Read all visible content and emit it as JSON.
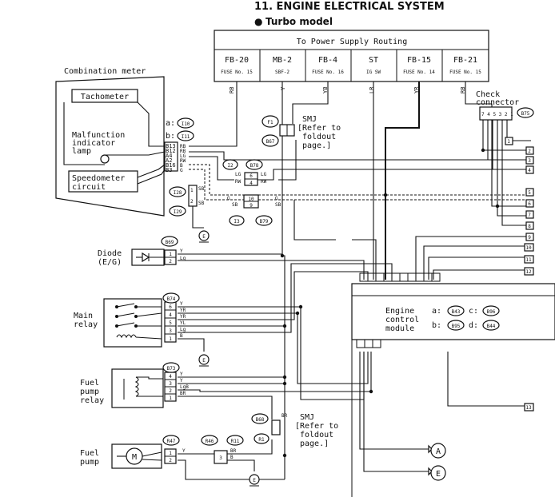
{
  "header": {
    "section_title": "11. ENGINE ELECTRICAL SYSTEM",
    "model_bullet": "●",
    "model": "Turbo model"
  },
  "power_supply": {
    "title": "To Power Supply Routing",
    "fuses": [
      {
        "name": "FB-20",
        "fuse": "FUSE No. 15",
        "wire": "RB"
      },
      {
        "name": "MB-2",
        "fuse": "SBF-2",
        "wire": "Y"
      },
      {
        "name": "FB-4",
        "fuse": "FUSE No. 16",
        "wire": "YB"
      },
      {
        "name": "ST",
        "fuse": "IG SW",
        "wire": "LR"
      },
      {
        "name": "FB-15",
        "fuse": "FUSE No. 14",
        "wire": "YR"
      },
      {
        "name": "FB-21",
        "fuse": "FUSE No. 15",
        "wire": "RB"
      }
    ]
  },
  "combination_meter": {
    "title": "Combination meter",
    "tachometer": "Tachometer",
    "malfunction_lines": [
      "Malfunction",
      "indicator",
      "lamp"
    ],
    "speedometer_lines": [
      "Speedometer",
      "circuit"
    ],
    "pins": [
      "B13",
      "B12",
      "A4",
      "A2",
      "B16",
      "B3"
    ],
    "wires": [
      "RB",
      "RB",
      "LG",
      "RW",
      "B",
      "G"
    ],
    "connector_a": "a:",
    "connector_a_id": "I10",
    "connector_b": "b:",
    "connector_b_id": "I11"
  },
  "connectors": {
    "F1": "F1",
    "B67": "B67",
    "I2": "I2",
    "B78": "B78",
    "I28": "I28",
    "I29": "I29",
    "I3": "I3",
    "B79": "B79",
    "B69": "B69",
    "B74": "B74",
    "B73": "B73",
    "B68": "B68",
    "R47": "R47",
    "R46": "R46",
    "R11": "R11",
    "R1": "R1",
    "B75": "B75"
  },
  "smj_top_lines": [
    "SMJ",
    "[Refer to",
    "foldout",
    "page.]"
  ],
  "smj_bottom_lines": [
    "SMJ",
    "[Refer to",
    "foldout",
    "page.]"
  ],
  "check_connector_lines": [
    "Check",
    "connector"
  ],
  "check_connector_pins": "7 4 5 3 2 1",
  "junctions": {
    "i2_wires": [
      "LG",
      "RW",
      "LG",
      "RW"
    ],
    "i2_pins": [
      "6",
      "4"
    ],
    "i3_pins": [
      "10",
      "9"
    ],
    "i3_wires": [
      "G",
      "SB",
      "G",
      "SB"
    ],
    "i28_wires": [
      "SB",
      "SB"
    ],
    "i28_pins": [
      "1",
      "2"
    ]
  },
  "diode": {
    "title_lines": [
      "Diode",
      "(E/G)"
    ],
    "pins": [
      "1",
      "2"
    ],
    "wires": [
      "Y",
      "Lg"
    ]
  },
  "main_relay": {
    "title_lines": [
      "Main",
      "relay"
    ],
    "pins": [
      "6",
      "4",
      "5",
      "3",
      "1"
    ],
    "wires": [
      "Y",
      "YR",
      "YR",
      "YL",
      "Lg",
      "B"
    ]
  },
  "fuel_pump_relay": {
    "title_lines": [
      "Fuel",
      "pump",
      "relay"
    ],
    "pins": [
      "4",
      "3",
      "2",
      "1"
    ],
    "wires": [
      "Y",
      "Y",
      "LgB",
      "BR"
    ]
  },
  "fuel_pump": {
    "title_lines": [
      "Fuel",
      "pump"
    ],
    "symbol": "M",
    "pins": [
      "1",
      "2"
    ],
    "wires": [
      "Y",
      "BR",
      "B"
    ],
    "r46_pin": "3"
  },
  "ecm": {
    "title_lines": [
      "Engine",
      "control",
      "module"
    ],
    "conn_a": "a:",
    "conn_a_id": "B43",
    "conn_c": "c:",
    "conn_c_id": "B96",
    "conn_b": "b:",
    "conn_b_id": "B95",
    "conn_d": "d:",
    "conn_d_id": "B44"
  },
  "right_terminals": [
    "1",
    "2",
    "3",
    "4",
    "5",
    "6",
    "7",
    "8",
    "9",
    "10",
    "11",
    "12",
    "13"
  ],
  "bottom_refs": [
    "A",
    "E"
  ]
}
